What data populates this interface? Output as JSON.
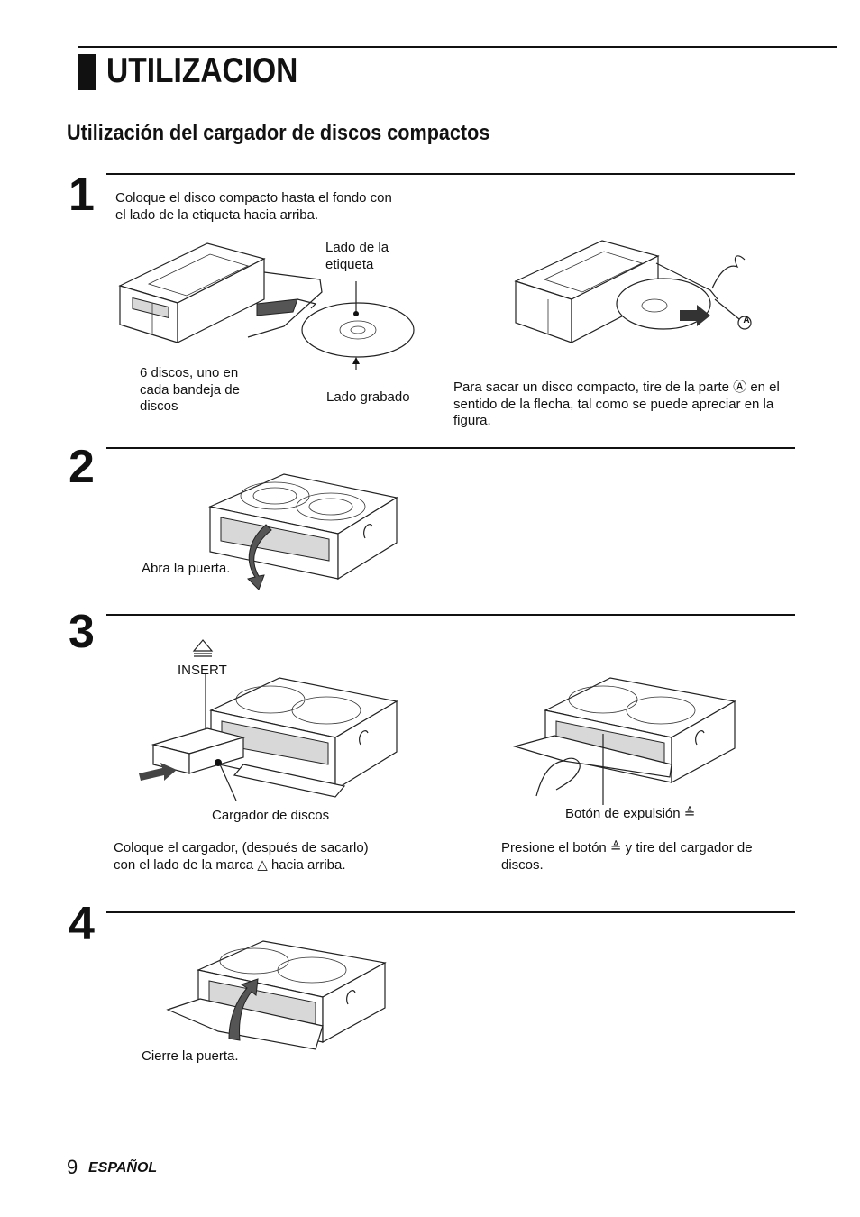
{
  "page": {
    "title": "UTILIZACION",
    "subtitle": "Utilización del cargador de discos compactos",
    "footer": {
      "page_number": "9",
      "language": "ESPAÑOL"
    }
  },
  "steps": [
    {
      "number": "1",
      "instruction": "Coloque el disco compacto hasta el fondo con el lado de la etiqueta hacia arriba.",
      "labels": {
        "label_side": "Lado de la etiqueta",
        "six_discs": "6 discos, uno en cada bandeja de discos",
        "recorded_side": "Lado grabado",
        "remove_text": "Para sacar un disco compacto, tire de la parte Ⓐ en el sentido de la flecha, tal como se puede apreciar en la figura.",
        "callout_a": "A"
      }
    },
    {
      "number": "2",
      "labels": {
        "open_door": "Abra la puerta."
      }
    },
    {
      "number": "3",
      "labels": {
        "insert": "INSERT",
        "magazine": "Cargador de discos",
        "eject_button": "Botón de expulsión ≜",
        "place_text": "Coloque el cargador, (después de sacarlo) con el lado de la marca △ hacia arriba.",
        "press_text": "Presione el botón ≜ y tire del cargador de discos."
      }
    },
    {
      "number": "4",
      "labels": {
        "close_door": "Cierre la puerta."
      }
    }
  ]
}
